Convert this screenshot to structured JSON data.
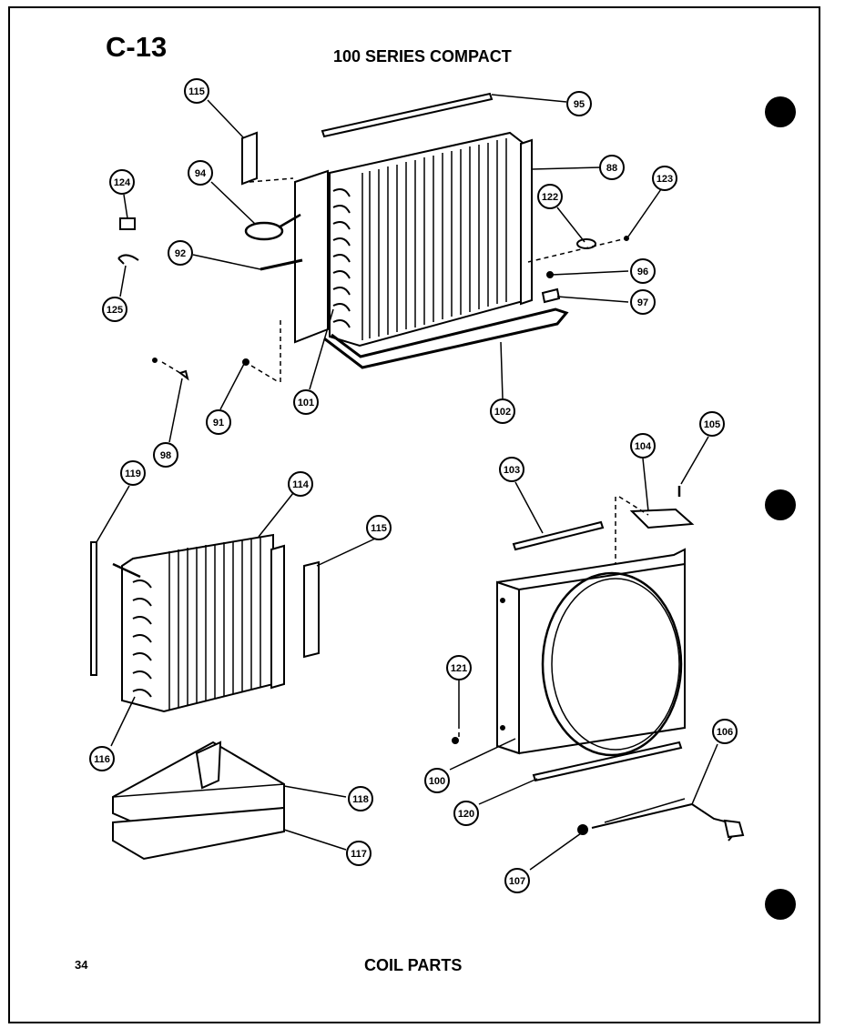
{
  "header": {
    "page_id": "C-13",
    "series_title": "100 SERIES COMPACT"
  },
  "footer": {
    "page_number": "34",
    "section_title": "COIL PARTS"
  },
  "callouts": {
    "p115a": "115",
    "p95": "95",
    "p94": "94",
    "p124": "124",
    "p88": "88",
    "p123": "123",
    "p122": "122",
    "p92": "92",
    "p96": "96",
    "p97": "97",
    "p125": "125",
    "p101": "101",
    "p102": "102",
    "p91": "91",
    "p98": "98",
    "p119": "119",
    "p114": "114",
    "p115b": "115",
    "p103": "103",
    "p104": "104",
    "p105": "105",
    "p121": "121",
    "p116": "116",
    "p100": "100",
    "p106": "106",
    "p118": "118",
    "p120": "120",
    "p117": "117",
    "p107": "107"
  },
  "colors": {
    "ink": "#000000",
    "paper": "#ffffff"
  }
}
